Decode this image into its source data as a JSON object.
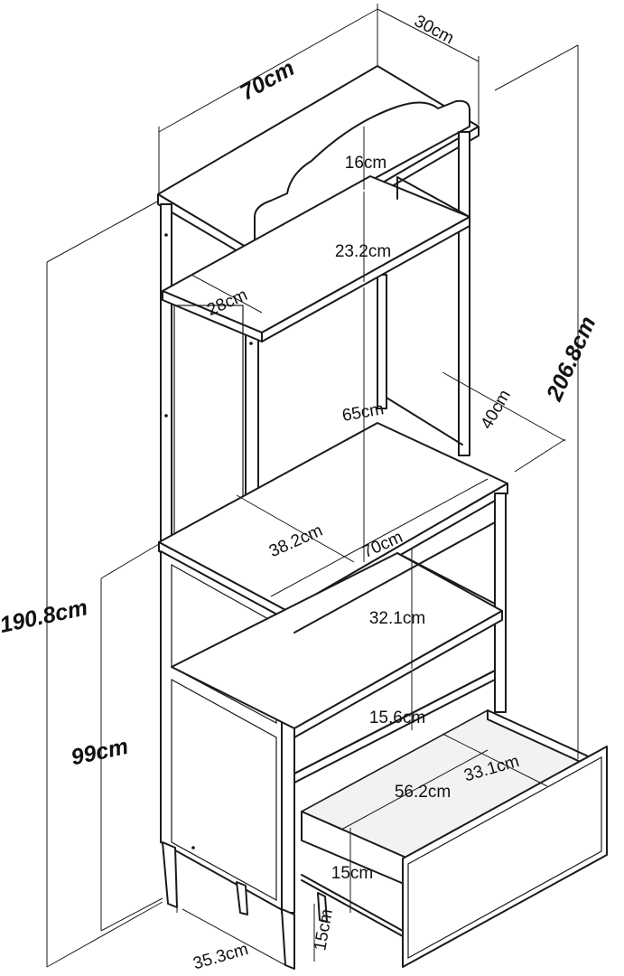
{
  "dimensions": {
    "top_width": "70cm",
    "top_depth": "30cm",
    "total_height": "206.8cm",
    "upper_height": "190.8cm",
    "lower_height": "99cm",
    "crest_height": "16cm",
    "top_shelf_gap": "23.2cm",
    "upper_depth": "28cm",
    "hutch_gap": "65cm",
    "counter_depth": "40cm",
    "inner_depth": "38.2cm",
    "counter_width": "70cm",
    "middle_gap": "32.1cm",
    "shelf_gap": "15.6cm",
    "drawer_width": "56.2cm",
    "drawer_depth": "33.1cm",
    "drawer_height": "15cm",
    "base_depth": "35.3cm",
    "leg_height": "15cm"
  }
}
